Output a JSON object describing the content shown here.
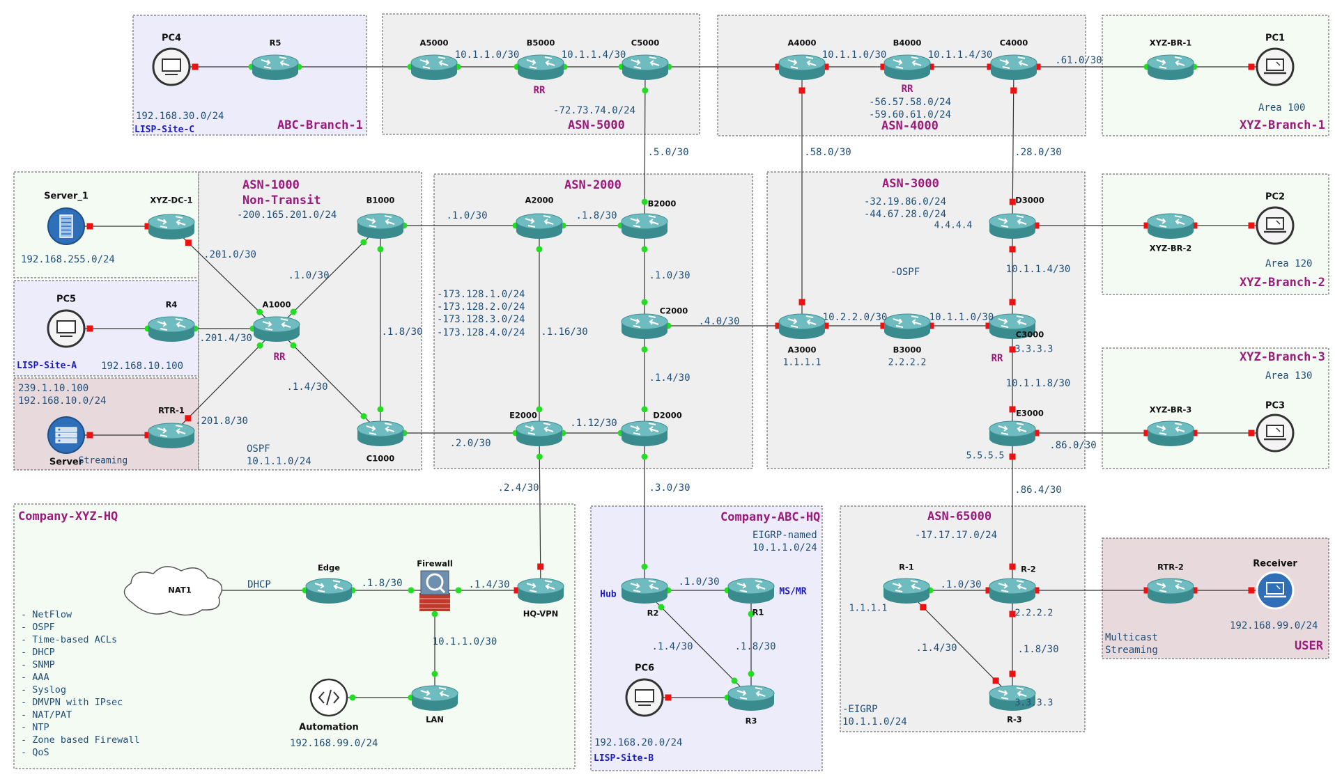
{
  "areas": [
    {
      "id": "abc-branch-1",
      "title": "ABC-Branch-1",
      "sub": "LISP-Site-C",
      "note": "192.168.30.0/24",
      "fill": "#ececfb"
    },
    {
      "id": "asn-5000",
      "title": "ASN-5000",
      "note": "-72.73.74.0/24",
      "fill": "#efefef"
    },
    {
      "id": "asn-4000",
      "title": "ASN-4000",
      "note": "-56.57.58.0/24\n-59.60.61.0/24",
      "fill": "#efefef"
    },
    {
      "id": "xyz-branch-1",
      "title": "XYZ-Branch-1",
      "note": "Area 100",
      "fill": "#f3fbf3"
    },
    {
      "id": "dc",
      "note": "192.168.255.0/24",
      "fill": "#f3fbf3"
    },
    {
      "id": "lisp-a",
      "title": "LISP-Site-A",
      "note": "192.168.10.100",
      "fill": "#ececfb"
    },
    {
      "id": "mcast-src",
      "note": "239.1.10.100\n192.168.10.0/24",
      "fill": "#e8d9dc"
    },
    {
      "id": "asn-1000",
      "title": "ASN-1000\nNon-Transit",
      "note": "-200.165.201.0/24",
      "note2": "OSPF\n10.1.1.0/24",
      "fill": "#efefef"
    },
    {
      "id": "asn-2000",
      "title": "ASN-2000",
      "note": "-173.128.1.0/24\n-173.128.2.0/24\n-173.128.3.0/24\n-173.128.4.0/24",
      "fill": "#efefef"
    },
    {
      "id": "asn-3000",
      "title": "ASN-3000",
      "note": "-32.19.86.0/24\n-44.67.28.0/24",
      "note2": "-OSPF",
      "fill": "#efefef"
    },
    {
      "id": "xyz-branch-2",
      "title": "XYZ-Branch-2",
      "note": "Area 120",
      "fill": "#f3fbf3"
    },
    {
      "id": "xyz-branch-3",
      "title": "XYZ-Branch-3",
      "note": "Area 130",
      "fill": "#f3fbf3"
    },
    {
      "id": "company-xyz-hq",
      "title": "Company-XYZ-HQ",
      "note": "192.168.99.0/24",
      "fill": "#f3fbf3"
    },
    {
      "id": "company-abc-hq",
      "title": "Company-ABC-HQ",
      "sub": "LISP-Site-B",
      "note": "EIGRP-named\n10.1.1.0/24",
      "note2": "192.168.20.0/24",
      "fill": "#ececfb"
    },
    {
      "id": "asn-65000",
      "title": "ASN-65000",
      "note": "-17.17.17.0/24",
      "note2": "-EIGRP\n10.1.1.0/24",
      "fill": "#efefef"
    },
    {
      "id": "user",
      "title": "USER",
      "note": "192.168.99.0/24",
      "note2": "Multicast\nStreaming",
      "fill": "#e8d9dc"
    }
  ],
  "nodes": [
    {
      "id": "PC4",
      "type": "pc",
      "label": "PC4"
    },
    {
      "id": "R5",
      "type": "router",
      "label": "R5"
    },
    {
      "id": "A5000",
      "type": "router",
      "label": "A5000"
    },
    {
      "id": "B5000",
      "type": "router",
      "label": "B5000"
    },
    {
      "id": "C5000",
      "type": "router",
      "label": "C5000"
    },
    {
      "id": "A4000",
      "type": "router",
      "label": "A4000"
    },
    {
      "id": "B4000",
      "type": "router",
      "label": "B4000"
    },
    {
      "id": "C4000",
      "type": "router",
      "label": "C4000"
    },
    {
      "id": "XYZ-BR-1",
      "type": "router",
      "label": "XYZ-BR-1"
    },
    {
      "id": "PC1",
      "type": "laptop",
      "label": "PC1"
    },
    {
      "id": "Server_1",
      "type": "server",
      "label": "Server_1"
    },
    {
      "id": "XYZ-DC-1",
      "type": "router",
      "label": "XYZ-DC-1"
    },
    {
      "id": "PC5",
      "type": "pc",
      "label": "PC5"
    },
    {
      "id": "R4",
      "type": "router",
      "label": "R4"
    },
    {
      "id": "Server",
      "type": "server2",
      "label": "Server"
    },
    {
      "id": "RTR-1",
      "type": "router",
      "label": "RTR-1"
    },
    {
      "id": "A1000",
      "type": "router",
      "label": "A1000"
    },
    {
      "id": "B1000",
      "type": "router",
      "label": "B1000"
    },
    {
      "id": "C1000",
      "type": "router",
      "label": "C1000"
    },
    {
      "id": "A2000",
      "type": "router",
      "label": "A2000"
    },
    {
      "id": "B2000",
      "type": "router",
      "label": "B2000"
    },
    {
      "id": "C2000",
      "type": "router",
      "label": "C2000"
    },
    {
      "id": "D2000",
      "type": "router",
      "label": "D2000"
    },
    {
      "id": "E2000",
      "type": "router",
      "label": "E2000"
    },
    {
      "id": "A3000",
      "type": "router",
      "label": "A3000"
    },
    {
      "id": "B3000",
      "type": "router",
      "label": "B3000"
    },
    {
      "id": "C3000",
      "type": "router",
      "label": "C3000"
    },
    {
      "id": "D3000",
      "type": "router",
      "label": "D3000"
    },
    {
      "id": "E3000",
      "type": "router",
      "label": "E3000"
    },
    {
      "id": "XYZ-BR-2",
      "type": "router",
      "label": "XYZ-BR-2"
    },
    {
      "id": "PC2",
      "type": "laptop",
      "label": "PC2"
    },
    {
      "id": "XYZ-BR-3",
      "type": "router",
      "label": "XYZ-BR-3"
    },
    {
      "id": "PC3",
      "type": "laptop",
      "label": "PC3"
    },
    {
      "id": "NAT1",
      "type": "cloud",
      "label": "NAT1"
    },
    {
      "id": "Edge",
      "type": "router",
      "label": "Edge"
    },
    {
      "id": "Firewall",
      "type": "firewall",
      "label": "Firewall"
    },
    {
      "id": "HQ-VPN",
      "type": "router",
      "label": "HQ-VPN"
    },
    {
      "id": "LAN",
      "type": "router",
      "label": "LAN"
    },
    {
      "id": "Automation",
      "type": "automation",
      "label": "Automation"
    },
    {
      "id": "R2",
      "type": "router",
      "label": "R2"
    },
    {
      "id": "R1",
      "type": "router",
      "label": "R1"
    },
    {
      "id": "R3",
      "type": "router",
      "label": "R3"
    },
    {
      "id": "PC6",
      "type": "pc",
      "label": "PC6"
    },
    {
      "id": "R-1",
      "type": "router",
      "label": "R-1"
    },
    {
      "id": "R-2",
      "type": "router",
      "label": "R-2"
    },
    {
      "id": "R-3",
      "type": "router",
      "label": "R-3"
    },
    {
      "id": "RTR-2",
      "type": "router",
      "label": "RTR-2"
    },
    {
      "id": "Receiver",
      "type": "laptop2",
      "label": "Receiver"
    }
  ],
  "links": [
    {
      "a": "PC4",
      "b": "R5",
      "ca": "red",
      "cb": "green"
    },
    {
      "a": "R5",
      "b": "A5000",
      "ca": "green",
      "cb": "green"
    },
    {
      "a": "A5000",
      "b": "B5000",
      "ca": "green",
      "cb": "green",
      "label": "10.1.1.0/30"
    },
    {
      "a": "B5000",
      "b": "C5000",
      "ca": "green",
      "cb": "green",
      "label": "10.1.1.4/30"
    },
    {
      "a": "C5000",
      "b": "A4000",
      "ca": "green",
      "cb": "red"
    },
    {
      "a": "A4000",
      "b": "B4000",
      "ca": "red",
      "cb": "red",
      "label": "10.1.1.0/30"
    },
    {
      "a": "B4000",
      "b": "C4000",
      "ca": "red",
      "cb": "red",
      "label": "10.1.1.4/30"
    },
    {
      "a": "C4000",
      "b": "XYZ-BR-1",
      "ca": "red",
      "cb": "green",
      "label": ".61.0/30"
    },
    {
      "a": "XYZ-BR-1",
      "b": "PC1",
      "ca": "green",
      "cb": "red"
    },
    {
      "a": "C5000",
      "b": "B2000",
      "ca": "green",
      "cb": "green",
      "label": ".5.0/30"
    },
    {
      "a": "A4000",
      "b": "A3000",
      "ca": "red",
      "cb": "red",
      "label": ".58.0/30"
    },
    {
      "a": "C4000",
      "b": "D3000",
      "ca": "red",
      "cb": "red",
      "label": ".28.0/30"
    },
    {
      "a": "Server_1",
      "b": "XYZ-DC-1",
      "ca": "red",
      "cb": "red"
    },
    {
      "a": "XYZ-DC-1",
      "b": "A1000",
      "ca": "red",
      "cb": "green",
      "label": ".201.0/30"
    },
    {
      "a": "PC5",
      "b": "R4",
      "ca": "red",
      "cb": "green"
    },
    {
      "a": "R4",
      "b": "A1000",
      "ca": "green",
      "cb": "green",
      "label": ".201.4/30"
    },
    {
      "a": "Server",
      "b": "RTR-1",
      "ca": "red",
      "cb": "red"
    },
    {
      "a": "RTR-1",
      "b": "A1000",
      "ca": "red",
      "cb": "green",
      "label": ".201.8/30"
    },
    {
      "a": "A1000",
      "b": "B1000",
      "ca": "green",
      "cb": "green",
      "label": ".1.0/30"
    },
    {
      "a": "A1000",
      "b": "C1000",
      "ca": "green",
      "cb": "green",
      "label": ".1.4/30"
    },
    {
      "a": "B1000",
      "b": "C1000",
      "ca": "green",
      "cb": "green",
      "label": ".1.8/30"
    },
    {
      "a": "B1000",
      "b": "A2000",
      "ca": "green",
      "cb": "green",
      "label": ".1.0/30"
    },
    {
      "a": "C1000",
      "b": "E2000",
      "ca": "green",
      "cb": "green",
      "label": ".2.0/30"
    },
    {
      "a": "A2000",
      "b": "B2000",
      "ca": "green",
      "cb": "green",
      "label": ".1.8/30"
    },
    {
      "a": "A2000",
      "b": "E2000",
      "ca": "green",
      "cb": "green",
      "label": ".1.16/30"
    },
    {
      "a": "B2000",
      "b": "C2000",
      "ca": "green",
      "cb": "green",
      "label": ".1.0/30"
    },
    {
      "a": "C2000",
      "b": "D2000",
      "ca": "green",
      "cb": "green",
      "label": ".1.4/30"
    },
    {
      "a": "E2000",
      "b": "D2000",
      "ca": "green",
      "cb": "green",
      "label": ".1.12/30"
    },
    {
      "a": "C2000",
      "b": "A3000",
      "ca": "green",
      "cb": "red",
      "label": ".4.0/30"
    },
    {
      "a": "A3000",
      "b": "B3000",
      "ca": "red",
      "cb": "red",
      "label": "10.2.2.0/30"
    },
    {
      "a": "B3000",
      "b": "C3000",
      "ca": "red",
      "cb": "red",
      "label": "10.1.1.0/30"
    },
    {
      "a": "D3000",
      "b": "C3000",
      "ca": "red",
      "cb": "red",
      "label": "10.1.1.4/30"
    },
    {
      "a": "C3000",
      "b": "E3000",
      "ca": "red",
      "cb": "red",
      "label": "10.1.1.8/30"
    },
    {
      "a": "D3000",
      "b": "XYZ-BR-2",
      "ca": "red",
      "cb": "red"
    },
    {
      "a": "XYZ-BR-2",
      "b": "PC2",
      "ca": "red",
      "cb": "red"
    },
    {
      "a": "E3000",
      "b": "XYZ-BR-3",
      "ca": "red",
      "cb": "red",
      "label": ".86.0/30"
    },
    {
      "a": "XYZ-BR-3",
      "b": "PC3",
      "ca": "red",
      "cb": "red"
    },
    {
      "a": "E2000",
      "b": "HQ-VPN",
      "ca": "green",
      "cb": "red",
      "label": ".2.4/30"
    },
    {
      "a": "D2000",
      "b": "R2",
      "ca": "green",
      "cb": "green",
      "label": ".3.0/30"
    },
    {
      "a": "E3000",
      "b": "R-2",
      "ca": "red",
      "cb": "red",
      "label": ".86.4/30"
    },
    {
      "a": "NAT1",
      "b": "Edge",
      "ca": "green",
      "cb": "green",
      "label": "DHCP"
    },
    {
      "a": "Edge",
      "b": "Firewall",
      "ca": "green",
      "cb": "green",
      "label": ".1.8/30"
    },
    {
      "a": "Firewall",
      "b": "HQ-VPN",
      "ca": "green",
      "cb": "red",
      "label": ".1.4/30"
    },
    {
      "a": "Firewall",
      "b": "LAN",
      "ca": "green",
      "cb": "green",
      "label": "10.1.1.0/30"
    },
    {
      "a": "Automation",
      "b": "LAN",
      "ca": "green",
      "cb": "green"
    },
    {
      "a": "R2",
      "b": "R1",
      "ca": "green",
      "cb": "green",
      "label": ".1.0/30"
    },
    {
      "a": "R2",
      "b": "R3",
      "ca": "green",
      "cb": "green",
      "label": ".1.4/30"
    },
    {
      "a": "R1",
      "b": "R3",
      "ca": "green",
      "cb": "green",
      "label": ".1.8/30"
    },
    {
      "a": "PC6",
      "b": "R3",
      "ca": "red",
      "cb": "green"
    },
    {
      "a": "R-1",
      "b": "R-2",
      "ca": "green",
      "cb": "red",
      "label": ".1.0/30"
    },
    {
      "a": "R-1",
      "b": "R-3",
      "ca": "red",
      "cb": "red",
      "label": ".1.4/30"
    },
    {
      "a": "R-2",
      "b": "R-3",
      "ca": "red",
      "cb": "red",
      "label": ".1.8/30"
    },
    {
      "a": "R-2",
      "b": "RTR-2",
      "ca": "red",
      "cb": "red"
    },
    {
      "a": "RTR-2",
      "b": "Receiver",
      "ca": "red",
      "cb": "red"
    }
  ],
  "annotations": [
    {
      "id": "rr-b5000",
      "text": "RR",
      "kind": "rr"
    },
    {
      "id": "rr-b4000",
      "text": "RR",
      "kind": "rr"
    },
    {
      "id": "rr-a1000",
      "text": "RR",
      "kind": "rr"
    },
    {
      "id": "rr-c3000",
      "text": "RR",
      "kind": "rr"
    },
    {
      "id": "lo-d3000",
      "text": "4.4.4.4",
      "kind": "note"
    },
    {
      "id": "lo-a3000",
      "text": "1.1.1.1",
      "kind": "note"
    },
    {
      "id": "lo-b3000",
      "text": "2.2.2.2",
      "kind": "note"
    },
    {
      "id": "lo-c3000",
      "text": "3.3.3.3",
      "kind": "note"
    },
    {
      "id": "lo-e3000",
      "text": "5.5.5.5",
      "kind": "note"
    },
    {
      "id": "lo-r-1",
      "text": "1.1.1.1",
      "kind": "note"
    },
    {
      "id": "lo-r-2",
      "text": "2.2.2.2",
      "kind": "note"
    },
    {
      "id": "lo-r-3",
      "text": "3.3.3.3",
      "kind": "note"
    },
    {
      "id": "streaming",
      "text": "Streaming",
      "kind": "note"
    },
    {
      "id": "hub",
      "text": "Hub",
      "kind": "hub"
    },
    {
      "id": "msmr",
      "text": "MS/MR",
      "kind": "hub"
    }
  ],
  "features": [
    "- NetFlow",
    "- OSPF",
    "- Time-based ACLs",
    "- DHCP",
    "- SNMP",
    "- AAA",
    "- Syslog",
    "- DMVPN with IPsec",
    "- NAT/PAT",
    "- NTP",
    "- Zone based Firewall",
    "- QoS"
  ],
  "colors": {
    "link": "#333333",
    "port_green": "#22dd22",
    "port_red": "#ee1111",
    "router_body": "#3a8b8e",
    "router_top": "#6fbcc0",
    "area_border": "#555555",
    "title": "#9b1a7c",
    "site": "#1c1cc4",
    "text": "#1f4e79"
  }
}
